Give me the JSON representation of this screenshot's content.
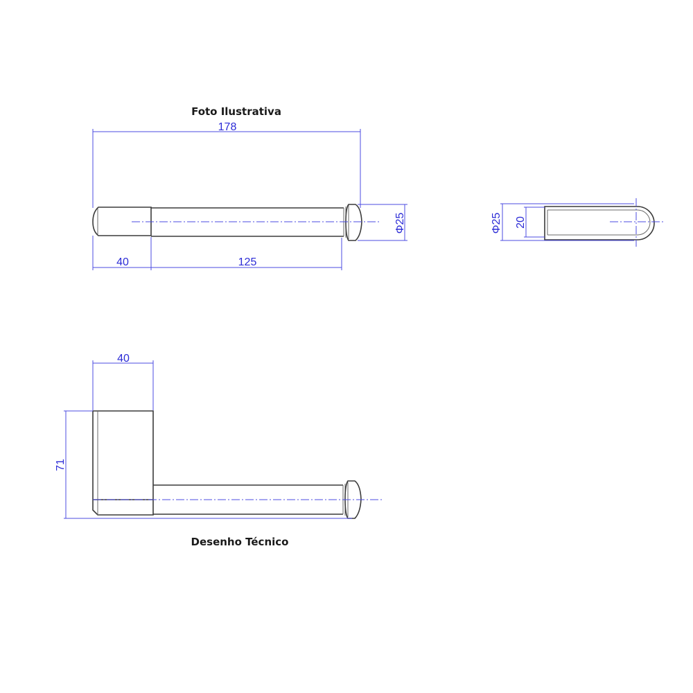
{
  "titles": {
    "top": "Foto Ilustrativa",
    "bottom": "Desenho Técnico"
  },
  "dimensions": {
    "overall_length": "178",
    "base_length_top": "40",
    "rod_length": "125",
    "knob_diameter_side": "Φ25",
    "end_view_diameter": "Φ25",
    "end_view_width": "20",
    "base_length_bottom": "40",
    "height": "71"
  },
  "colors": {
    "dimension": "#2b2bd6",
    "outline": "#3a3a3a",
    "title": "#1a1a1a"
  }
}
